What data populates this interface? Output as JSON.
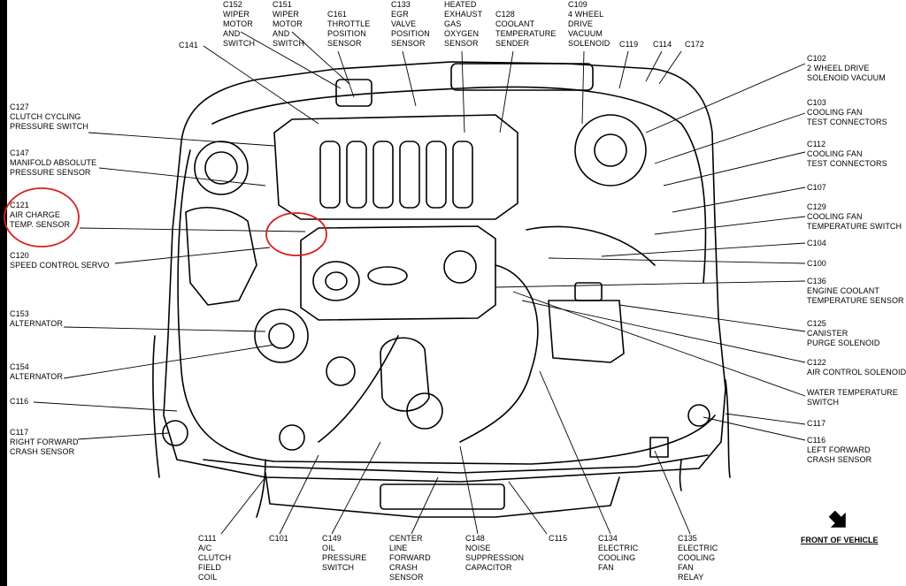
{
  "labels": [
    {
      "id": "c152",
      "lines": [
        "C152",
        "WIPER",
        "MOTOR",
        "AND",
        "SWITCH"
      ]
    },
    {
      "id": "c151",
      "lines": [
        "C151",
        "WIPER",
        "MOTOR",
        "AND",
        "SWITCH"
      ]
    },
    {
      "id": "c161",
      "lines": [
        "C161",
        "THROTTLE",
        "POSITION",
        "SENSOR"
      ]
    },
    {
      "id": "c133",
      "lines": [
        "C133",
        "EGR",
        "VALVE",
        "POSITION",
        "SENSOR"
      ]
    },
    {
      "id": "heated",
      "lines": [
        "HEATED",
        "EXHAUST",
        "GAS",
        "OXYGEN",
        "SENSOR"
      ]
    },
    {
      "id": "c128",
      "lines": [
        "C128",
        "COOLANT",
        "TEMPERATURE",
        "SENDER"
      ]
    },
    {
      "id": "c109",
      "lines": [
        "C109",
        "4 WHEEL",
        "DRIVE",
        "VACUUM",
        "SOLENOID"
      ]
    },
    {
      "id": "c119",
      "lines": [
        "C119"
      ]
    },
    {
      "id": "c114",
      "lines": [
        "C114"
      ]
    },
    {
      "id": "c172",
      "lines": [
        "C172"
      ]
    },
    {
      "id": "c141",
      "lines": [
        "C141"
      ]
    },
    {
      "id": "c127",
      "lines": [
        "C127",
        "CLUTCH CYCLING",
        "PRESSURE SWITCH"
      ]
    },
    {
      "id": "c147",
      "lines": [
        "C147",
        "MANIFOLD ABSOLUTE",
        "PRESSURE SENSOR"
      ]
    },
    {
      "id": "c121",
      "lines": [
        "C121",
        "AIR CHARGE",
        "TEMP. SENSOR"
      ]
    },
    {
      "id": "c120",
      "lines": [
        "C120",
        "SPEED CONTROL SERVO"
      ]
    },
    {
      "id": "c153",
      "lines": [
        "C153",
        "ALTERNATOR"
      ]
    },
    {
      "id": "c154",
      "lines": [
        "C154",
        "ALTERNATOR"
      ]
    },
    {
      "id": "c116l",
      "lines": [
        "C116"
      ]
    },
    {
      "id": "c117l",
      "lines": [
        "C117",
        "RIGHT FORWARD",
        "CRASH SENSOR"
      ]
    },
    {
      "id": "c102",
      "lines": [
        "C102",
        "2 WHEEL DRIVE",
        "SOLENOID VACUUM"
      ]
    },
    {
      "id": "c103",
      "lines": [
        "C103",
        "COOLING FAN",
        "TEST CONNECTORS"
      ]
    },
    {
      "id": "c112",
      "lines": [
        "C112",
        "COOLING FAN",
        "TEST CONNECTORS"
      ]
    },
    {
      "id": "c107",
      "lines": [
        "C107"
      ]
    },
    {
      "id": "c129",
      "lines": [
        "C129",
        "COOLING FAN",
        "TEMPERATURE SWITCH"
      ]
    },
    {
      "id": "c104",
      "lines": [
        "C104"
      ]
    },
    {
      "id": "c100",
      "lines": [
        "C100"
      ]
    },
    {
      "id": "c136",
      "lines": [
        "C136",
        "ENGINE COOLANT",
        "TEMPERATURE SENSOR"
      ]
    },
    {
      "id": "c125",
      "lines": [
        "C125",
        "CANISTER",
        "PURGE SOLENOID"
      ]
    },
    {
      "id": "c122",
      "lines": [
        "C122",
        "AIR CONTROL SOLENOID"
      ]
    },
    {
      "id": "wts",
      "lines": [
        "WATER TEMPERATURE",
        "SWITCH"
      ]
    },
    {
      "id": "c117r",
      "lines": [
        "C117"
      ]
    },
    {
      "id": "c116r",
      "lines": [
        "C116",
        "LEFT FORWARD",
        "CRASH SENSOR"
      ]
    },
    {
      "id": "c111",
      "lines": [
        "C111",
        "A/C",
        "CLUTCH",
        "FIELD",
        "COIL"
      ]
    },
    {
      "id": "c101",
      "lines": [
        "C101"
      ]
    },
    {
      "id": "c149",
      "lines": [
        "C149",
        "OIL",
        "PRESSURE",
        "SWITCH"
      ]
    },
    {
      "id": "center",
      "lines": [
        "CENTER",
        "LINE",
        "FORWARD",
        "CRASH",
        "SENSOR"
      ]
    },
    {
      "id": "c148",
      "lines": [
        "C148",
        "NOISE",
        "SUPPRESSION",
        "CAPACITOR"
      ]
    },
    {
      "id": "c115",
      "lines": [
        "C115"
      ]
    },
    {
      "id": "c134",
      "lines": [
        "C134",
        "ELECTRIC",
        "COOLING",
        "FAN"
      ]
    },
    {
      "id": "c135",
      "lines": [
        "C135",
        "ELECTRIC",
        "COOLING",
        "FAN",
        "RELAY"
      ]
    }
  ],
  "front_label": "FRONT OF VEHICLE",
  "colors": {
    "ink": "#000000",
    "highlight": "#d81e1e",
    "background": "#ffffff"
  }
}
